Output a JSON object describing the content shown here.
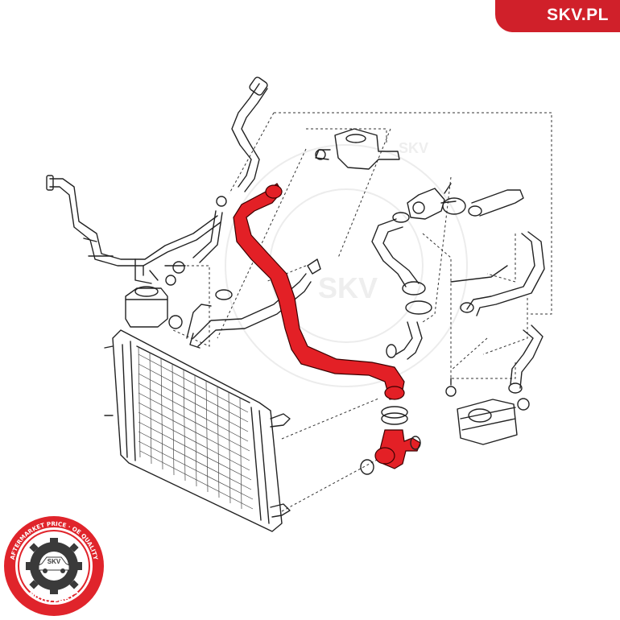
{
  "brand": {
    "site": "SKV.PL",
    "color": "#d0202a"
  },
  "watermark": {
    "text": "SKV"
  },
  "seal": {
    "top_text": "AFTERMARKET PRICE · OE QUALITY",
    "bottom_text": "AUTO PARTS",
    "center_text": "SKV"
  },
  "highlight": {
    "part": "coolant-hose",
    "color": "#e32026"
  },
  "icons": [
    "gear-icon",
    "car-icon"
  ]
}
